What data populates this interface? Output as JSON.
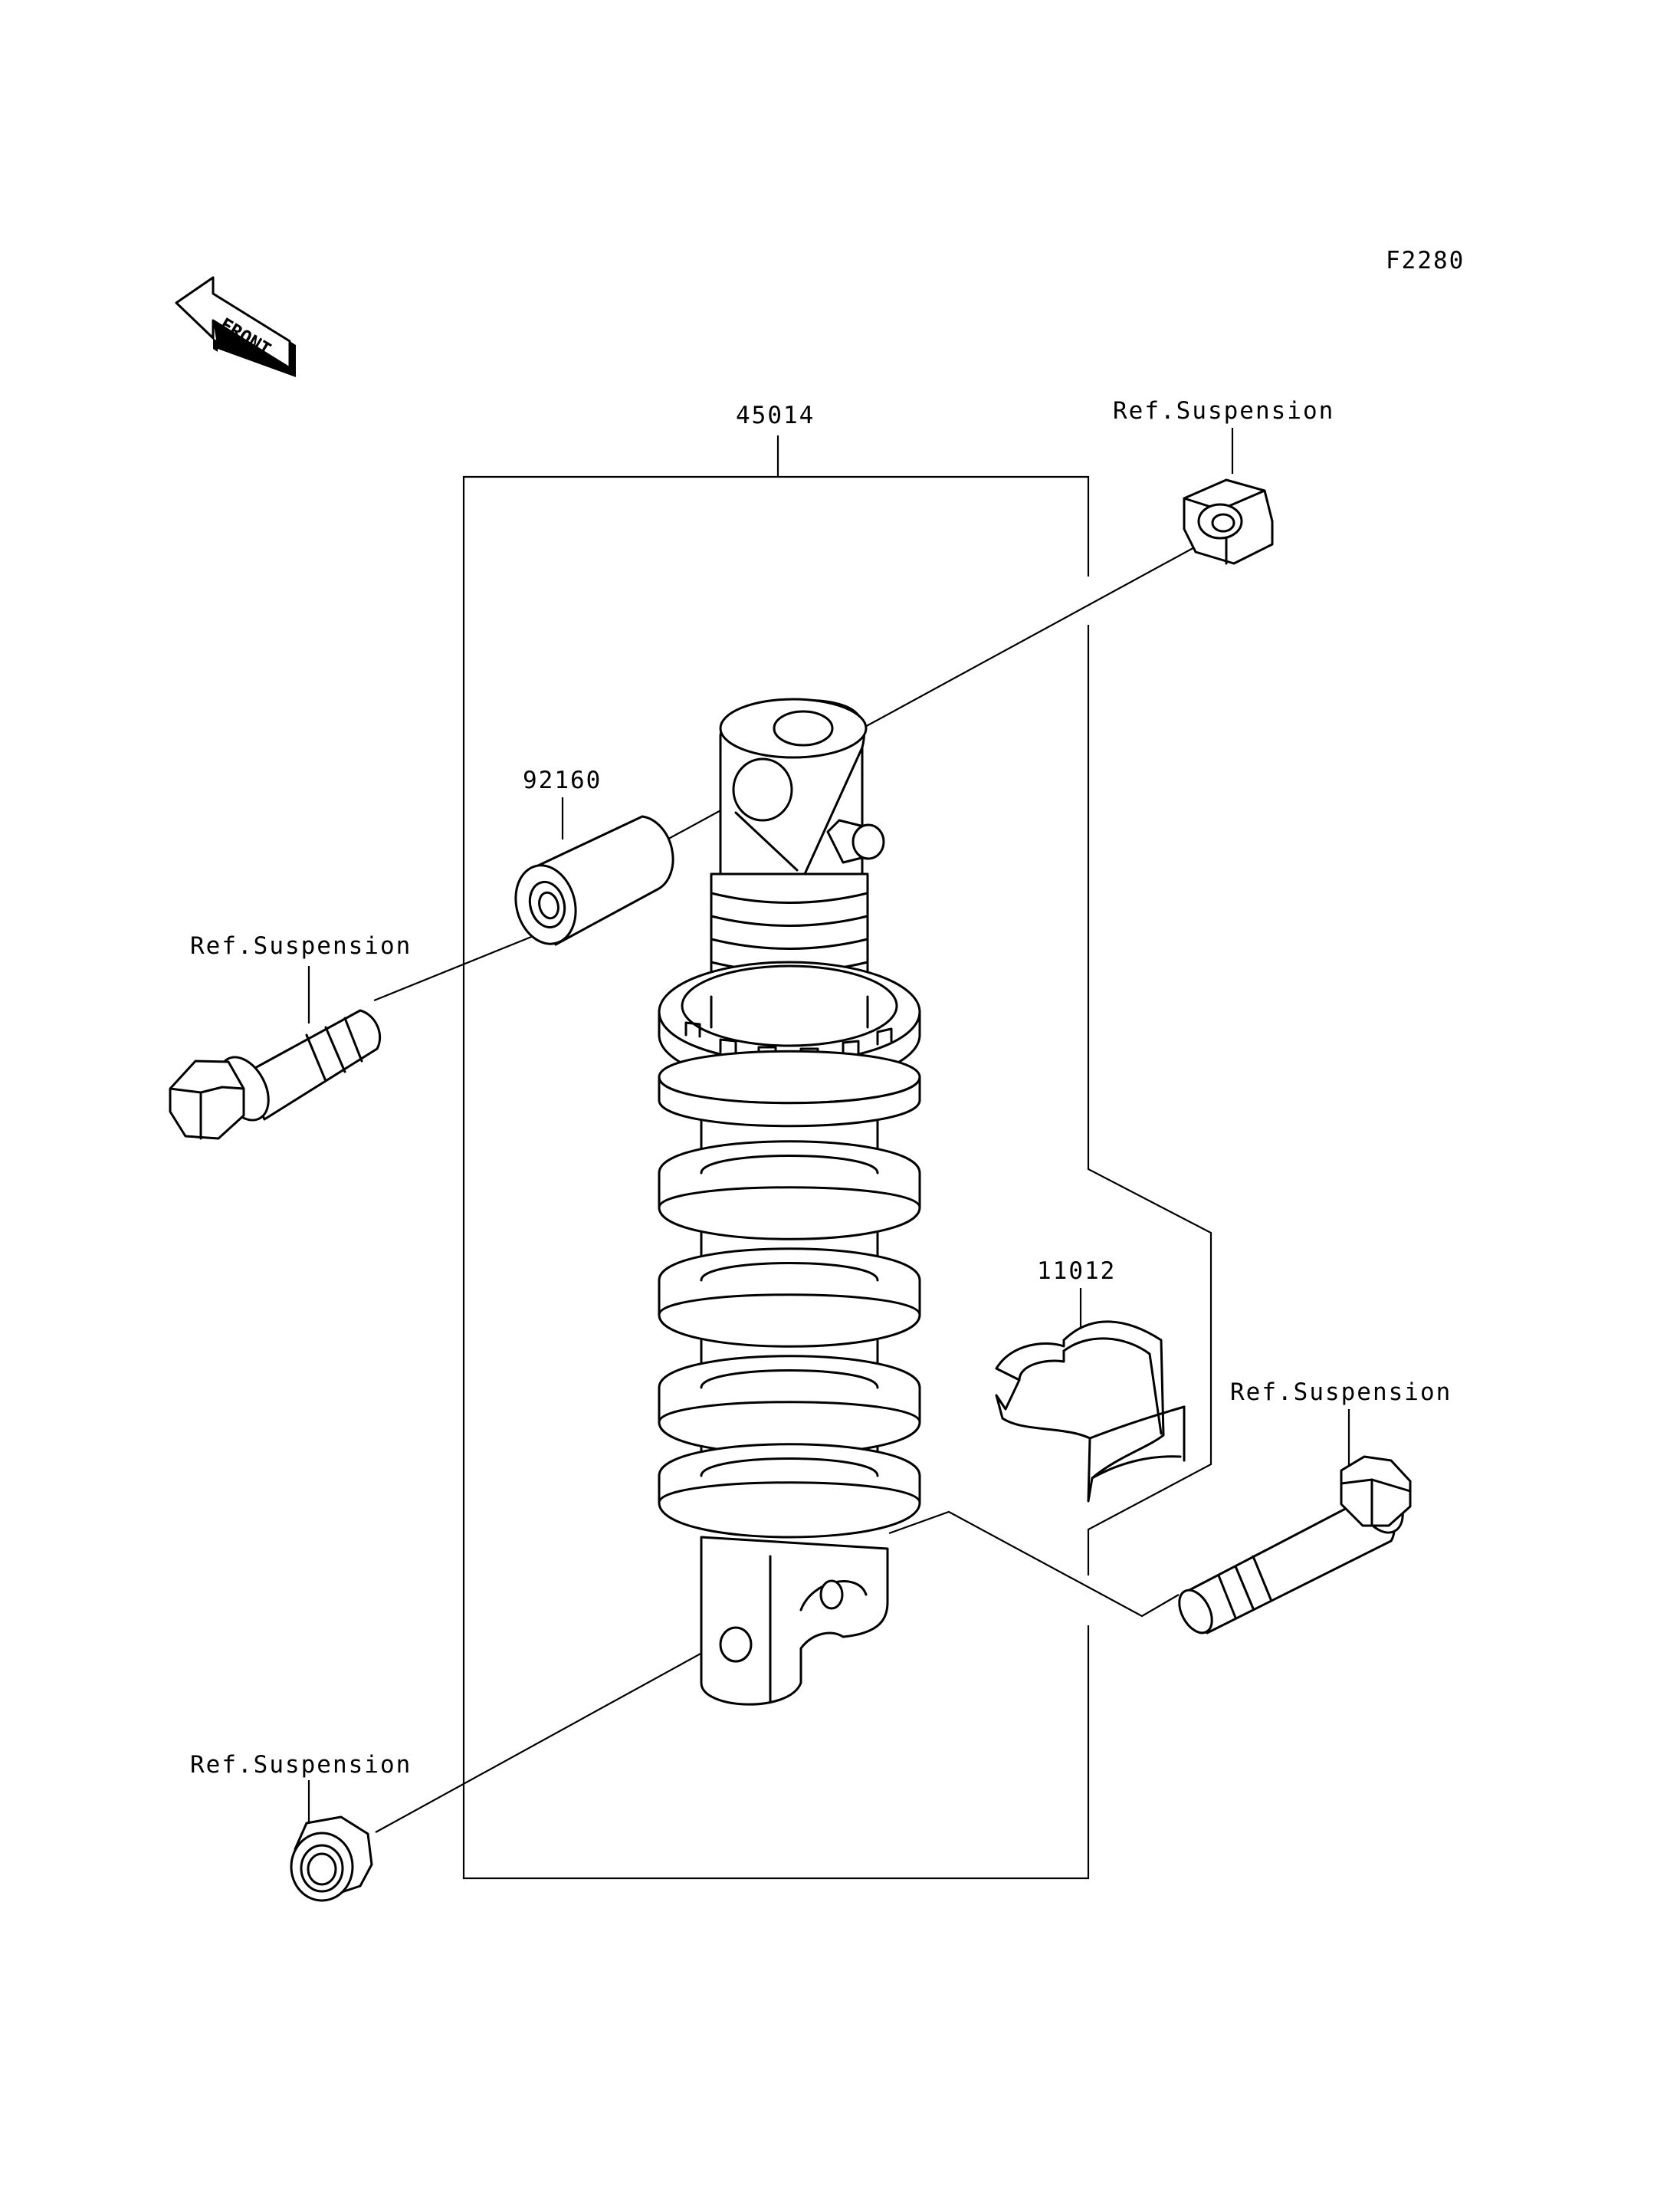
{
  "figure_code": "F2280",
  "front_label": "FRONT",
  "callouts": {
    "assembly": "45014",
    "bushing": "92160",
    "clamp": "11012",
    "ref_nut_top": "Ref.Suspension",
    "ref_bolt_left": "Ref.Suspension",
    "ref_bolt_right": "Ref.Suspension",
    "ref_nut_bottom": "Ref.Suspension"
  }
}
